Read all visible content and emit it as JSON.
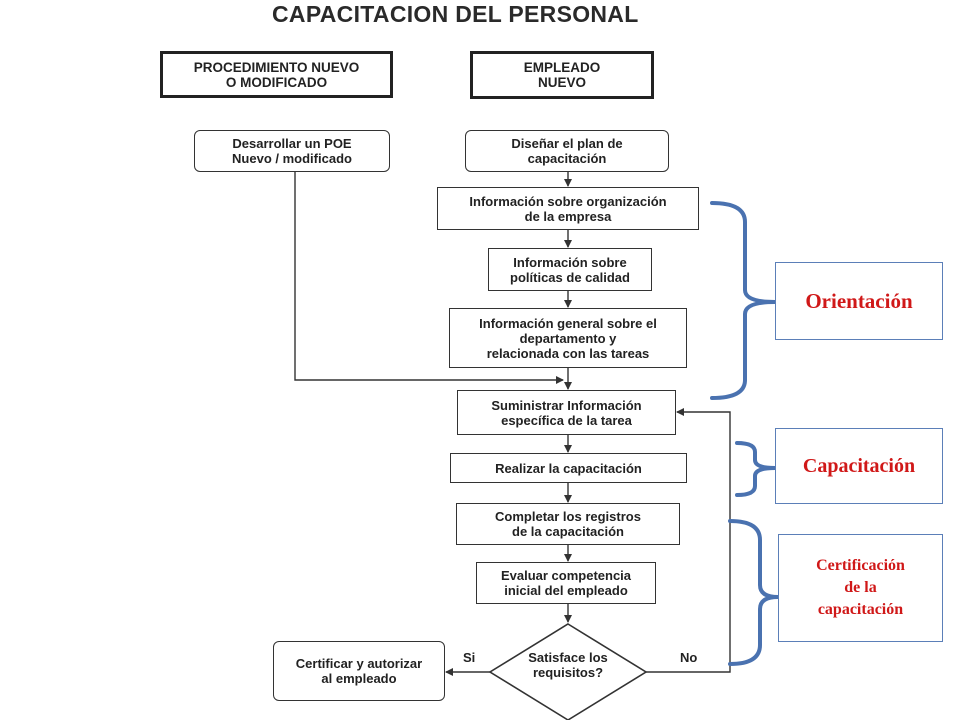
{
  "title": "CAPACITACION DEL PERSONAL",
  "headers": {
    "procedure": "PROCEDIMIENTO NUEVO\nO MODIFICADO",
    "employee": "EMPLEADO\nNUEVO"
  },
  "steps": {
    "develop_poe": "Desarrollar un POE\nNuevo /  modificado",
    "design_plan": "Diseñar el plan de\ncapacitación",
    "info_org": "Información sobre organización\nde la empresa",
    "info_quality": "Información sobre\npolíticas de calidad",
    "info_dept": "Información general sobre el\ndepartamento y\nrelacionada con las tareas",
    "supply_info": "Suministrar Información\nespecífica de la tarea",
    "do_training": "Realizar la capacitación",
    "complete_records": "Completar los registros\nde la capacitación",
    "evaluate": "Evaluar competencia\ninicial del empleado",
    "decision": "Satisface los\nrequisitos?",
    "certify": "Certificar y autorizar\nal empleado"
  },
  "branch_labels": {
    "yes": "Si",
    "no": "No"
  },
  "phases": {
    "orientation": "Orientación",
    "training": "Capacitación",
    "certification": "Certificación\nde la\ncapacitación"
  },
  "colors": {
    "bracket": "#4a72b0",
    "phase_text": "#d01818",
    "line": "#333333"
  }
}
